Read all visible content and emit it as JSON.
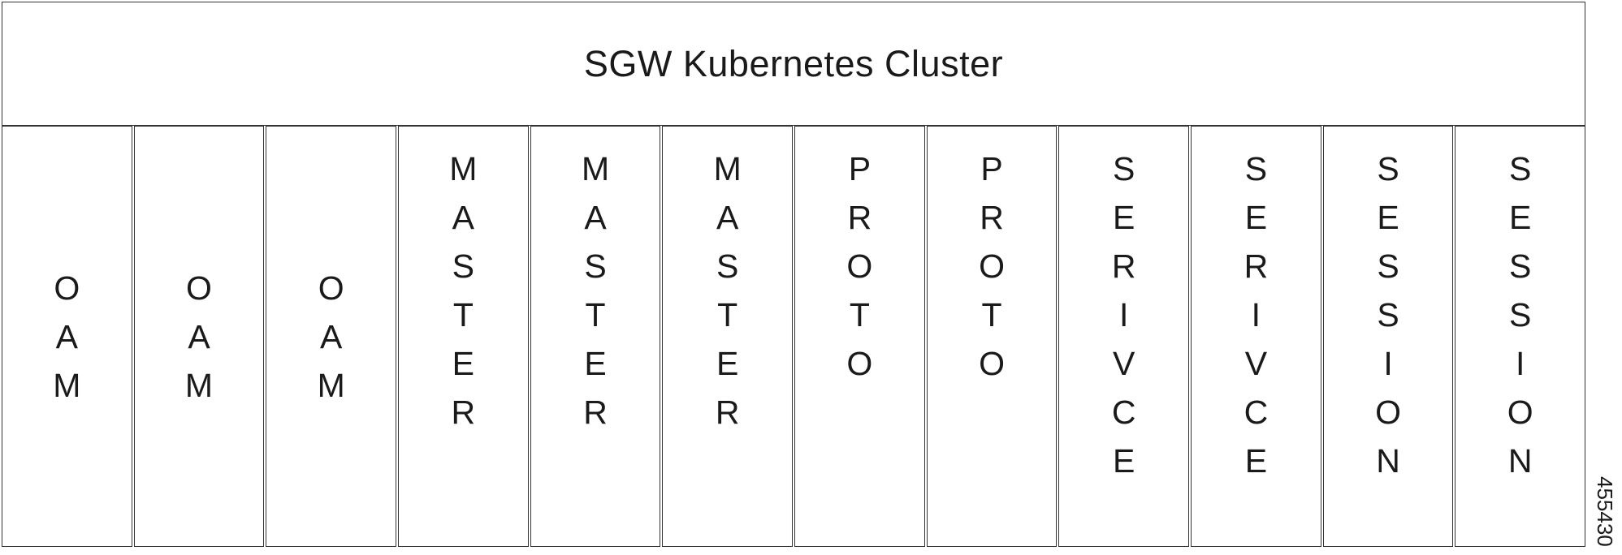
{
  "cluster": {
    "title": "SGW Kubernetes Cluster"
  },
  "nodes": [
    {
      "label": "OAM",
      "align": "centered"
    },
    {
      "label": "OAM",
      "align": "centered"
    },
    {
      "label": "OAM",
      "align": "centered"
    },
    {
      "label": "MASTER",
      "align": "top"
    },
    {
      "label": "MASTER",
      "align": "top"
    },
    {
      "label": "MASTER",
      "align": "top"
    },
    {
      "label": "PROTO",
      "align": "top"
    },
    {
      "label": "PROTO",
      "align": "top"
    },
    {
      "label": "SERIVCE",
      "align": "top"
    },
    {
      "label": "SERIVCE",
      "align": "top"
    },
    {
      "label": "SESSION",
      "align": "top"
    },
    {
      "label": "SESSION",
      "align": "top"
    }
  ],
  "figure_id": "455430"
}
